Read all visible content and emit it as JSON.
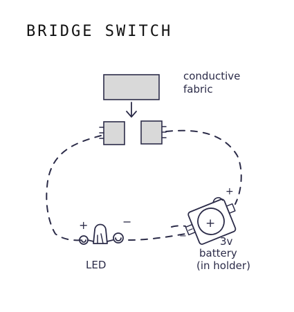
{
  "title": "BRIDGE SWITCH",
  "labels": {
    "fabric_line1": "conductive",
    "fabric_line2": "fabric",
    "led": "LED",
    "battery_line1": "3v",
    "battery_line2": "battery",
    "battery_line3": "(in holder)"
  },
  "polarity": {
    "plus": "+",
    "minus": "−"
  },
  "colors": {
    "ink": "#2b2b48",
    "fabric_fill": "#d9d9d9"
  }
}
